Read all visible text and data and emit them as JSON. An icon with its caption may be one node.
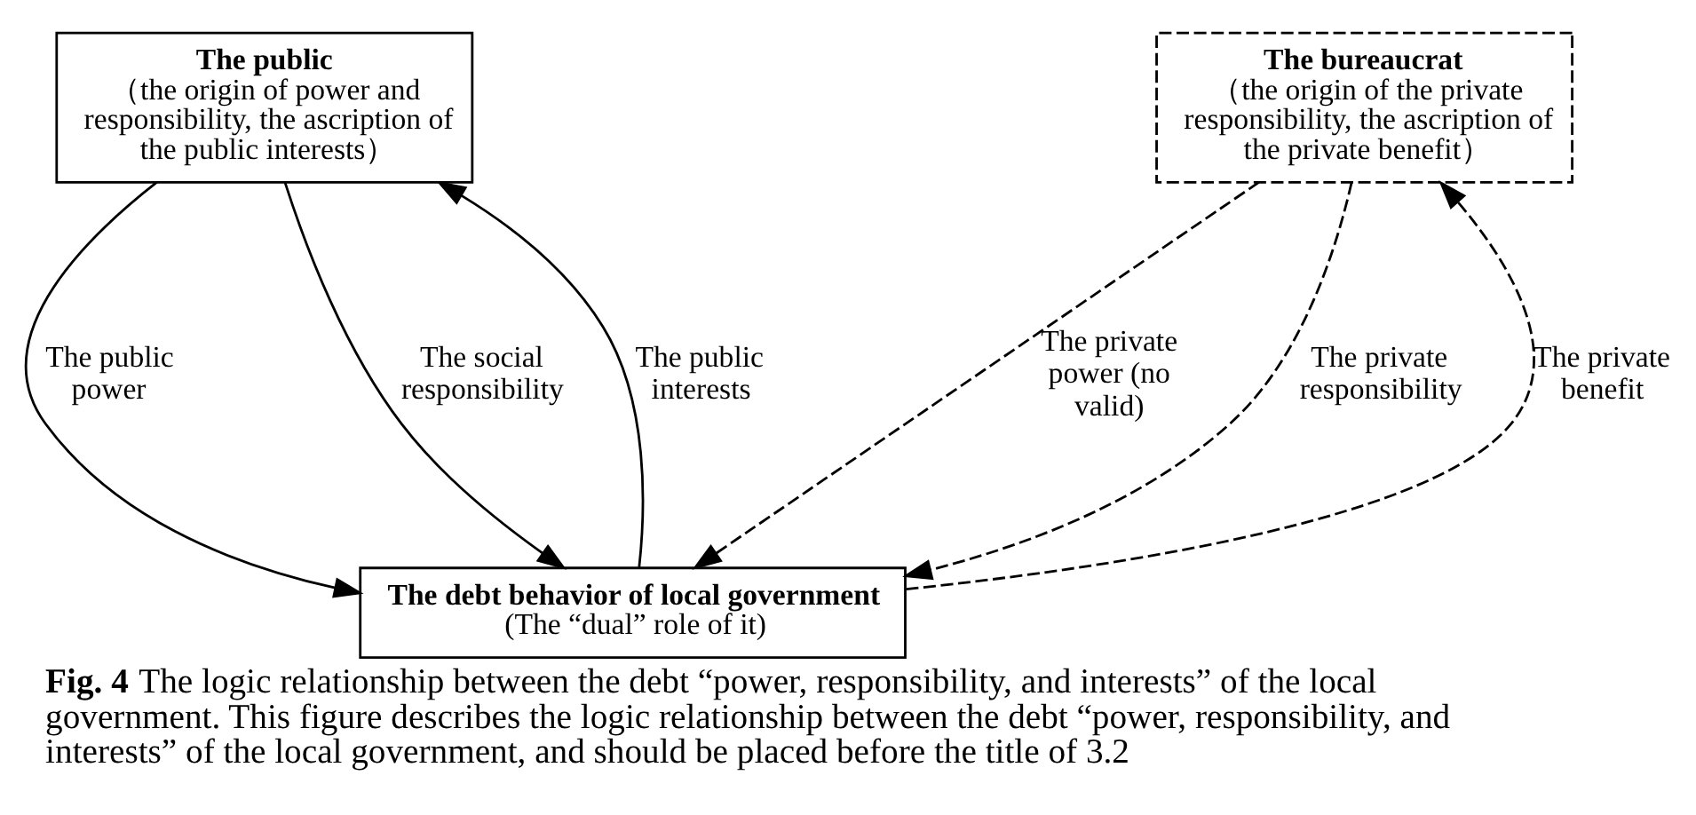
{
  "diagram": {
    "caption": "**Fig. 4** The logic relationship between the debt “power, responsibility, and interests” of the local government. This figure describes the logic relationship between the debt “power, responsibility, and interests” of the local government, and should be placed before the title of 3.2",
    "nodes": [
      {
        "text": [
          "The public",
          "（the origin of power and responsibility, the ascription of the public interests）"
        ]
      },
      {
        "text": [
          "The bureaucrat",
          "（the origin of the private responsibility, the ascription of the private benefit）"
        ]
      },
      {
        "text": [
          "The debt behavior of local government",
          "(The “dual” role of it)"
        ]
      }
    ],
    "edges": [
      {
        "from": 0,
        "to": 2,
        "arrow": "to",
        "label": "The public power"
      },
      {
        "from": 0,
        "to": 2,
        "arrow": "to",
        "label": "The social responsibility"
      },
      {
        "from": 1,
        "to": 2,
        "arrow": "to",
        "label": "The private power (no valid)",
        "style": "dashed"
      },
      {
        "from": 1,
        "to": 2,
        "arrow": "to",
        "label": "The private responsibility",
        "style": "dashed"
      },
      {
        "from": 2,
        "to": 0,
        "arrow": "to",
        "label": "The public interests"
      },
      {
        "from": 2,
        "to": 1,
        "arrow": "to",
        "label": "The private benefit",
        "style": "dashed"
      }
    ]
  }
}
